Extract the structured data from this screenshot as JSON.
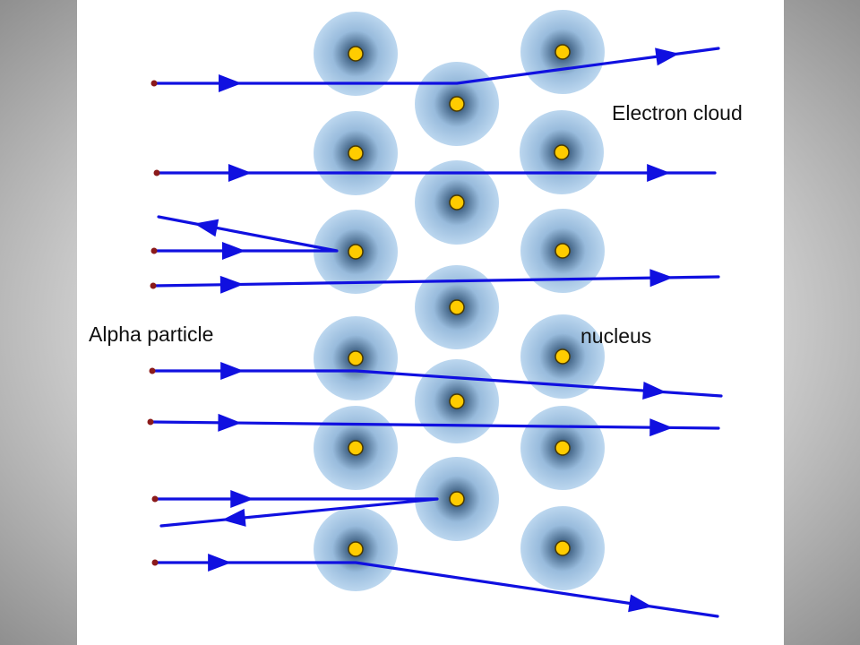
{
  "labels": {
    "electron_cloud": "Electron cloud",
    "alpha_particle": "Alpha particle",
    "nucleus": "nucleus"
  },
  "colors": {
    "background": "#ffffff",
    "beam": "#1010e0",
    "cloud_outer": "#b9d5ee",
    "nucleus_fill": "#ffcc00",
    "nucleus_stroke": "#4a3a00",
    "source_dot": "#8b1a1a"
  },
  "elements": {
    "atoms": "gold-atom",
    "beams": "alpha-particle-path"
  }
}
